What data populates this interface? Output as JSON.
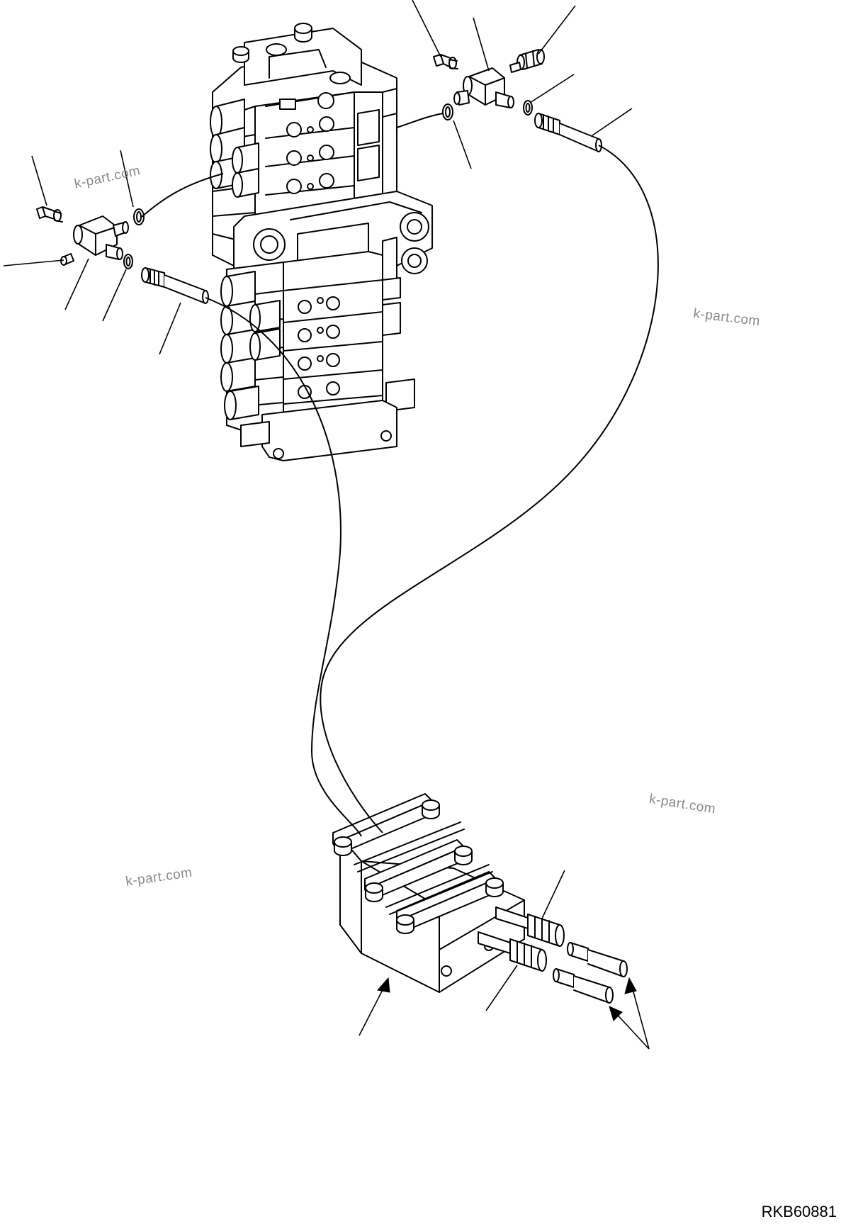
{
  "watermarks": [
    "k-part.com",
    "k-part.com",
    "k-part.com",
    "k-part.com"
  ],
  "drawing_code": "RKB60881"
}
